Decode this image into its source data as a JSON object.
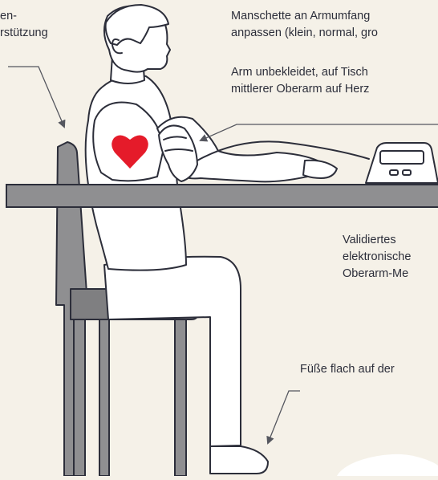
{
  "labels": {
    "back_support": [
      "en-",
      "rstützung"
    ],
    "cuff": [
      "Manschette an Armumfang",
      "anpassen (klein, normal, gro"
    ],
    "arm": [
      "Arm unbekleidet, auf Tisch",
      "mittlerer Oberarm auf Herz"
    ],
    "device": [
      "Validiertes",
      "elektronische",
      "Oberarm-Me"
    ],
    "feet": [
      "Füße flach auf der"
    ]
  },
  "colors": {
    "background": "#f5f1e8",
    "outline": "#2c2e3a",
    "furniture": "#8f8f91",
    "chair_seat": "#7f7f81",
    "body_fill": "#ffffff",
    "heart": "#e51b2a",
    "arrow": "#55575f"
  },
  "icons": {
    "heart": "heart-icon",
    "monitor": "blood-pressure-monitor-icon"
  }
}
